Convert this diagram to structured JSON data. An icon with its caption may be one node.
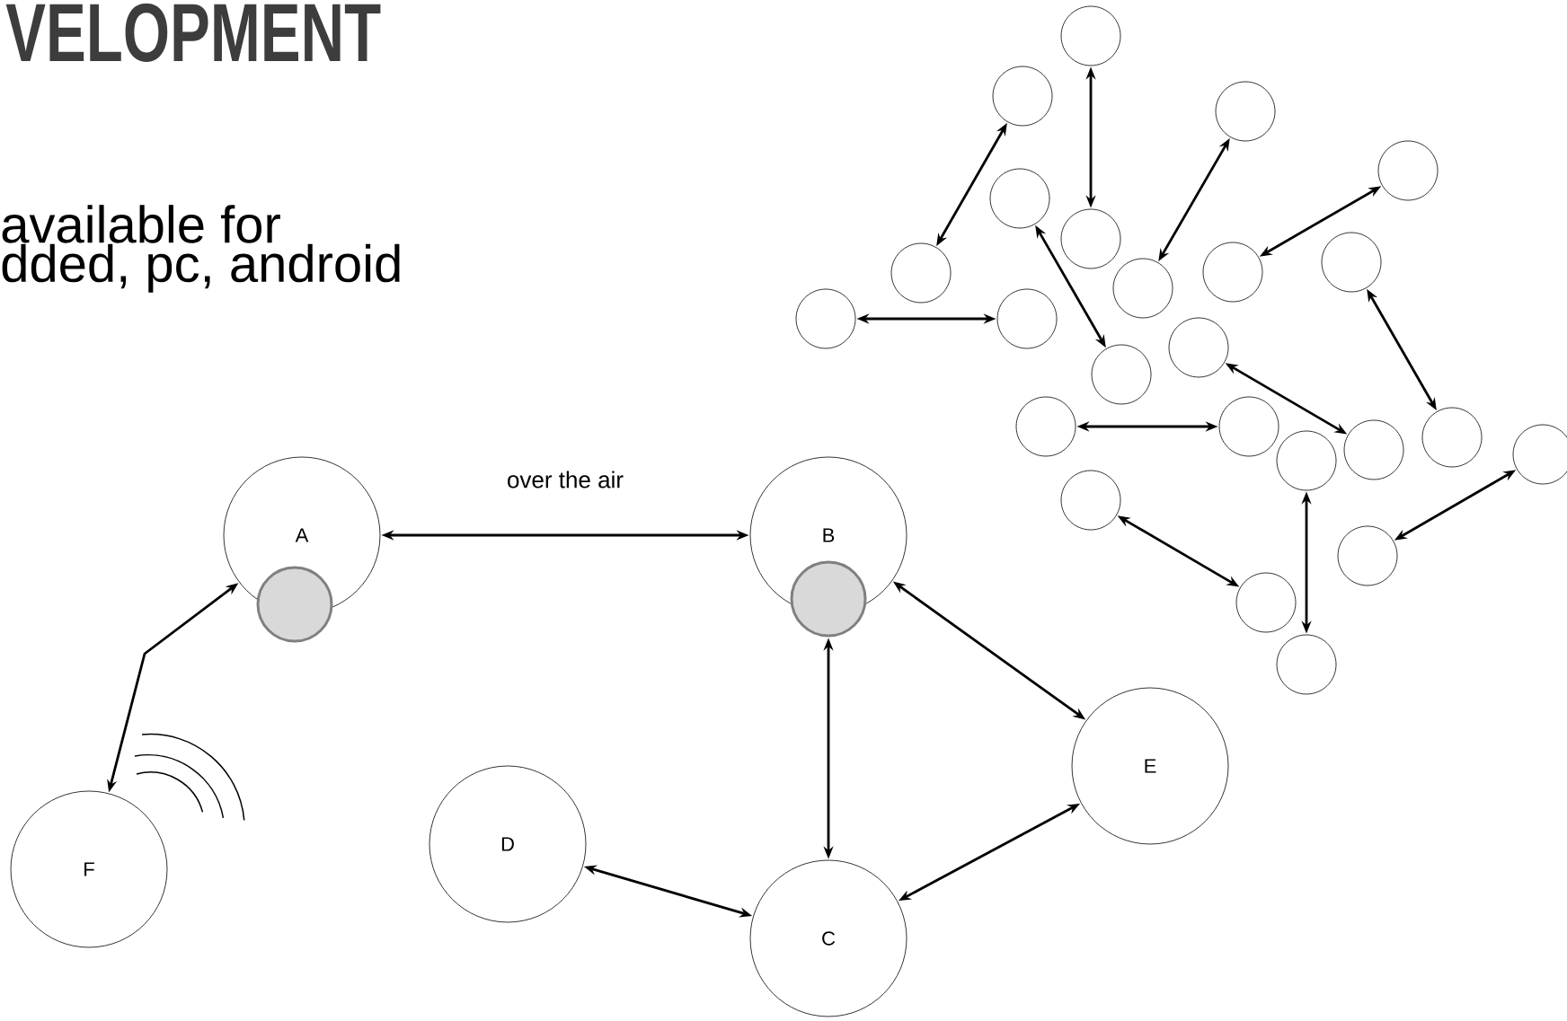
{
  "diagram": {
    "title": "VELOPMENT",
    "nodes": [
      {
        "text": [],
        "shape": "circle"
      },
      {
        "text": [],
        "shape": "circle"
      },
      {
        "text": [],
        "shape": "circle"
      },
      {
        "text": [],
        "shape": "circle"
      },
      {
        "text": [],
        "shape": "circle"
      },
      {
        "text": [],
        "shape": "circle"
      },
      {
        "text": [],
        "shape": "circle"
      },
      {
        "text": [],
        "shape": "circle"
      },
      {
        "text": [],
        "shape": "circle"
      },
      {
        "text": [],
        "shape": "circle"
      },
      {
        "text": [],
        "shape": "circle"
      },
      {
        "text": [],
        "shape": "circle"
      },
      {
        "text": [],
        "shape": "circle"
      },
      {
        "text": [],
        "shape": "circle"
      },
      {
        "text": [],
        "shape": "circle"
      },
      {
        "text": [],
        "shape": "circle"
      },
      {
        "text": [],
        "shape": "circle"
      },
      {
        "text": [],
        "shape": "circle"
      },
      {
        "text": [],
        "shape": "circle"
      },
      {
        "text": [],
        "shape": "circle"
      },
      {
        "text": [],
        "shape": "circle"
      },
      {
        "text": [],
        "shape": "circle"
      },
      {
        "text": [],
        "shape": "circle"
      },
      {
        "text": [],
        "shape": "circle"
      },
      {
        "text": [
          "A"
        ]
      },
      {
        "text": [],
        "shape": "circle"
      },
      {
        "text": [
          "B"
        ]
      },
      {
        "text": [],
        "shape": "circle"
      },
      {
        "text": [
          "E"
        ]
      },
      {
        "text": [
          "D"
        ]
      },
      {
        "text": [
          "F"
        ]
      },
      {
        "text": [
          "C"
        ]
      }
    ],
    "edges": [
      {
        "from": 0,
        "to": 5,
        "arrow": "both"
      },
      {
        "from": 1,
        "to": 6,
        "arrow": "both"
      },
      {
        "from": 2,
        "to": 7,
        "arrow": "both"
      },
      {
        "from": 3,
        "to": 8,
        "arrow": "both"
      },
      {
        "from": 4,
        "to": 12,
        "arrow": "both"
      },
      {
        "from": 10,
        "to": 11,
        "arrow": "both"
      },
      {
        "from": 9,
        "to": 18,
        "arrow": "both"
      },
      {
        "from": 13,
        "to": 17,
        "arrow": "both"
      },
      {
        "from": 14,
        "to": 15,
        "arrow": "both"
      },
      {
        "from": 16,
        "to": 23,
        "arrow": "both"
      },
      {
        "from": 20,
        "to": 22,
        "arrow": "both"
      },
      {
        "from": 21,
        "to": 19,
        "arrow": "both"
      },
      {
        "from": 24,
        "to": 26,
        "label": "over the air",
        "arrow": "both"
      },
      {
        "from": 30,
        "to": 24,
        "arrow": "both"
      },
      {
        "from": 26,
        "to": 28,
        "arrow": "both"
      },
      {
        "from": 27,
        "to": 31,
        "arrow": "both"
      },
      {
        "from": 29,
        "to": 31,
        "arrow": "both"
      },
      {
        "from": 31,
        "to": 28,
        "arrow": "both"
      }
    ],
    "labels": [
      "available for dded, pc, android"
    ]
  }
}
